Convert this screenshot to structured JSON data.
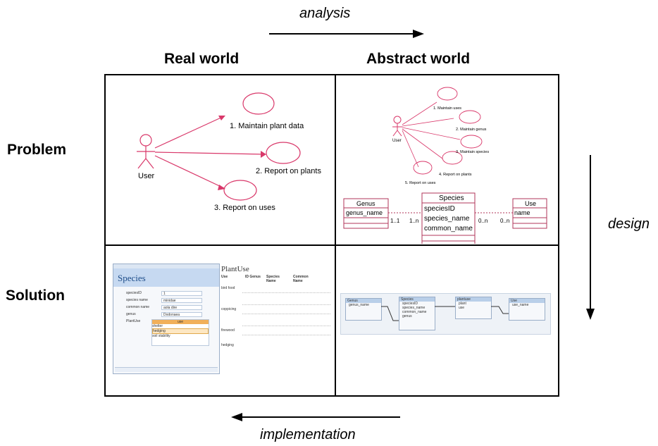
{
  "arrows": {
    "analysis": "analysis",
    "design": "design",
    "implementation": "implementation"
  },
  "columns": {
    "real_world": "Real world",
    "abstract_world": "Abstract world"
  },
  "rows": {
    "problem": "Problem",
    "solution": "Solution"
  },
  "real_problem": {
    "actor": "User",
    "use_cases": [
      "1. Maintain plant data",
      "2. Report on plants",
      "3. Report on uses"
    ]
  },
  "abstract_problem": {
    "actor": "User",
    "use_cases": [
      "1. Maintain uses",
      "2. Maintain genus",
      "3. Maintain species",
      "4. Report on plants",
      "5. Report on uses"
    ],
    "classes": {
      "genus": {
        "name": "Genus",
        "attrs": [
          "genus_name"
        ]
      },
      "species": {
        "name": "Species",
        "attrs": [
          "speciesID",
          "species_name",
          "common_name"
        ]
      },
      "use": {
        "name": "Use",
        "attrs": [
          "name"
        ]
      }
    },
    "multiplicities": [
      "1..1",
      "1..n",
      "0..n",
      "0..n"
    ]
  },
  "real_solution": {
    "form_title": "Species",
    "fields": [
      {
        "label": "speciesID",
        "value": "1"
      },
      {
        "label": "species name",
        "value": "minidae"
      },
      {
        "label": "common name",
        "value": "aola dire"
      },
      {
        "label": "genus",
        "value": "Dodonaea"
      },
      {
        "label": "PlantUse",
        "value": ""
      }
    ],
    "subform_header": "use",
    "subform_rows": [
      "shelter",
      "hedging",
      "soil stability"
    ],
    "report_title": "PlantUse",
    "report_headers": [
      "Use",
      "ID Genus",
      "Species Name",
      "Common Name"
    ],
    "report_groups": [
      "bird food",
      "coppicing",
      "firewood",
      "hedging"
    ]
  },
  "abstract_solution": {
    "tables": [
      {
        "name": "Genus",
        "fields": [
          "genus_name"
        ]
      },
      {
        "name": "Species",
        "fields": [
          "speciesID",
          "species_name",
          "common_name",
          "genus"
        ]
      },
      {
        "name": "plantuse",
        "fields": [
          "plant",
          "use"
        ]
      },
      {
        "name": "Use",
        "fields": [
          "use_name"
        ]
      }
    ]
  },
  "colors": {
    "uml_pink": "#d9386a",
    "access_blue": "#b9cfe9"
  }
}
